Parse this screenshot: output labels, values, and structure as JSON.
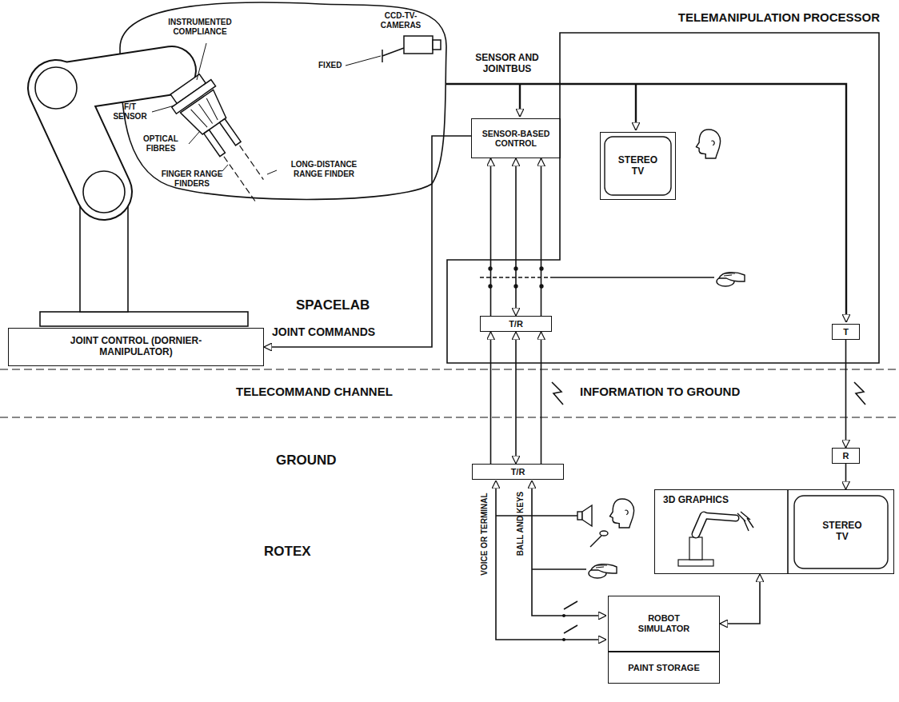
{
  "diagram": {
    "nodes": [
      {
        "text": [
          "TELEMANIPULATION PROCESSOR"
        ]
      },
      {
        "text": [
          "SENSOR-BASED CONTROL"
        ]
      },
      {
        "text": [
          "STEREO TV"
        ],
        "in": 0
      },
      {
        "text": [
          "T/R"
        ],
        "in": 0
      },
      {
        "text": [
          "T"
        ],
        "in": 0
      },
      {
        "text": [
          "JOINT CONTROL (DORNIER-MANIPULATOR)"
        ]
      },
      {
        "text": [
          "R"
        ]
      },
      {
        "text": [
          "3D GRAPHICS",
          "STEREO TV"
        ]
      },
      {
        "text": [
          "T/R"
        ]
      },
      {
        "text": [
          "ROBOT SIMULATOR"
        ]
      },
      {
        "text": [
          "PAINT STORAGE"
        ]
      }
    ],
    "edges": [
      {
        "from": 1,
        "to": 5,
        "arrow": "to",
        "label": "JOINT COMMANDS"
      },
      {
        "from": 3,
        "to": 1,
        "arrow": "to"
      },
      {
        "from": 3,
        "to": 1,
        "arrow": "both"
      },
      {
        "from": 3,
        "to": 1,
        "arrow": "to"
      },
      {
        "from": 8,
        "to": 3,
        "arrow": "to"
      },
      {
        "from": 8,
        "to": 3,
        "arrow": "both"
      },
      {
        "from": 8,
        "to": 3,
        "arrow": "to"
      },
      {
        "from": 4,
        "to": 6,
        "arrow": "to"
      },
      {
        "from": 6,
        "to": 7,
        "arrow": "to"
      },
      {
        "from": 9,
        "to": 7,
        "arrow": "both"
      }
    ],
    "labels": [
      "INSTRUMENTED COMPLIANCE",
      "CCD-TV-CAMERAS",
      "FIXED",
      "SENSOR AND JOINTBUS",
      "F/T SENSOR",
      "OPTICAL FIBRES",
      "FINGER RANGE FINDERS",
      "LONG-DISTANCE RANGE FINDER",
      "SPACELAB",
      "TELECOMMAND CHANNEL",
      "INFORMATION TO GROUND",
      "GROUND",
      "VOICE OR TERMINAL",
      "BALL AND KEYS",
      "ROTEX"
    ]
  }
}
